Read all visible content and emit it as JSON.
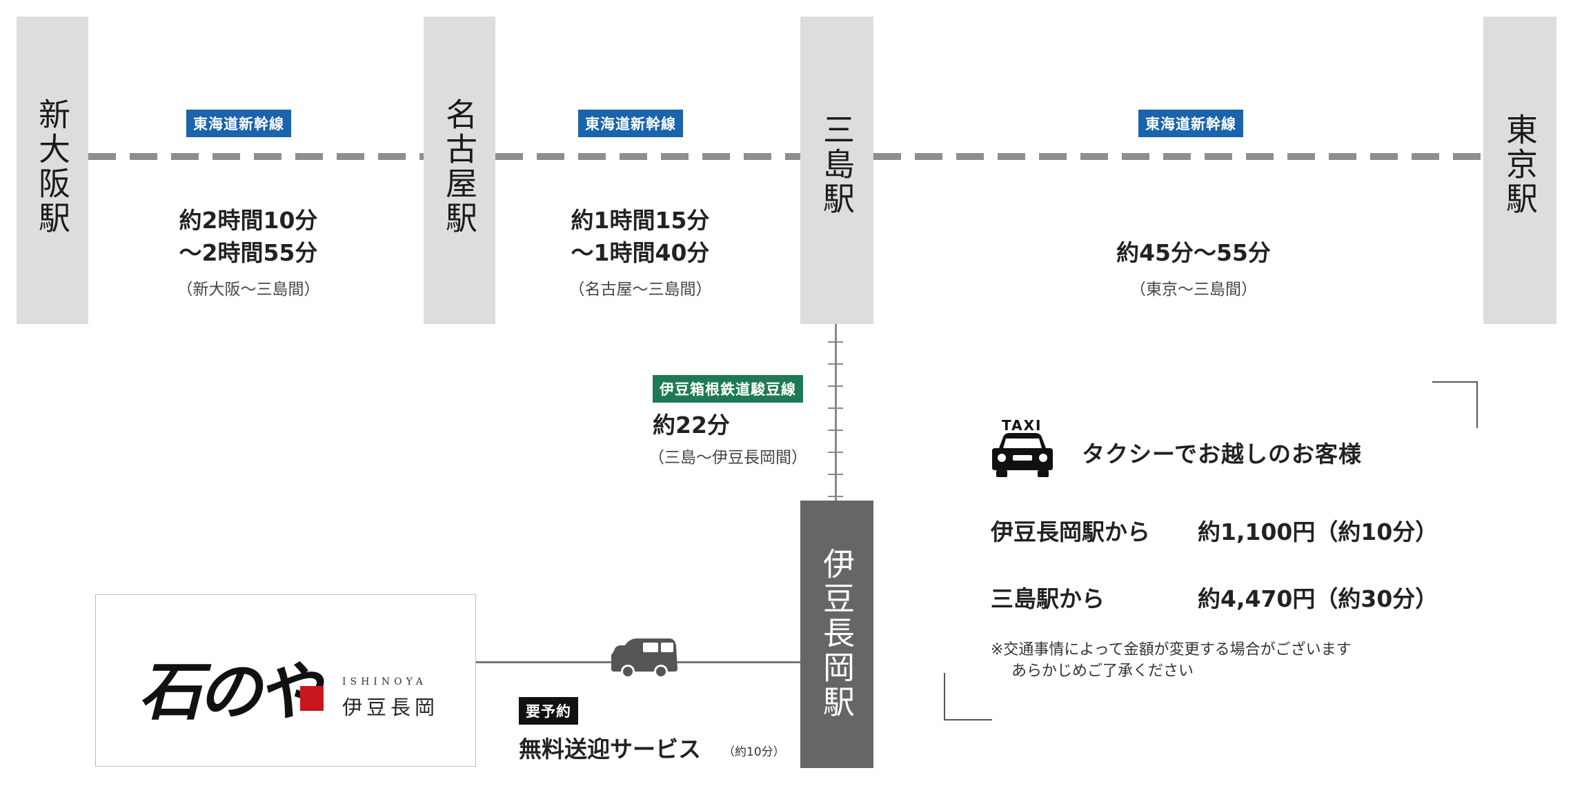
{
  "stations": {
    "shin_osaka": "新大阪駅",
    "nagoya": "名古屋駅",
    "mishima": "三島駅",
    "tokyo": "東京駅",
    "izu_nagaoka": "伊豆長岡駅"
  },
  "segments": [
    {
      "line": "東海道新幹線",
      "time_line1": "約2時間10分",
      "time_line2": "〜2時間55分",
      "note": "（新大阪〜三島間）"
    },
    {
      "line": "東海道新幹線",
      "time_line1": "約1時間15分",
      "time_line2": "〜1時間40分",
      "note": "（名古屋〜三島間）"
    },
    {
      "line": "東海道新幹線",
      "time_line1": "約45分〜55分",
      "note": "（東京〜三島間）"
    }
  ],
  "local_line": {
    "line": "伊豆箱根鉄道駿豆線",
    "time": "約22分",
    "note": "（三島〜伊豆長岡間）"
  },
  "hotel": {
    "logo_text": "石のや",
    "roman": "ISHINOYA",
    "location": "伊豆長岡"
  },
  "shuttle": {
    "badge": "要予約",
    "label": "無料送迎サービス",
    "time": "（約10分）"
  },
  "taxi": {
    "sign": "TAXI",
    "title": "タクシーでお越しのお客様",
    "rows": [
      {
        "from": "伊豆長岡駅から",
        "fare": "約1,100円（約10分）"
      },
      {
        "from": "三島駅から",
        "fare": "約4,470円（約30分）"
      }
    ],
    "note_line1": "※交通事情によって金額が変更する場合がございます",
    "note_line2": "あらかじめご了承ください"
  },
  "colors": {
    "shinkansen_badge": "#1a63ad",
    "local_badge": "#1e7a55",
    "station_light": "#dcdddd",
    "station_dark": "#666666"
  }
}
